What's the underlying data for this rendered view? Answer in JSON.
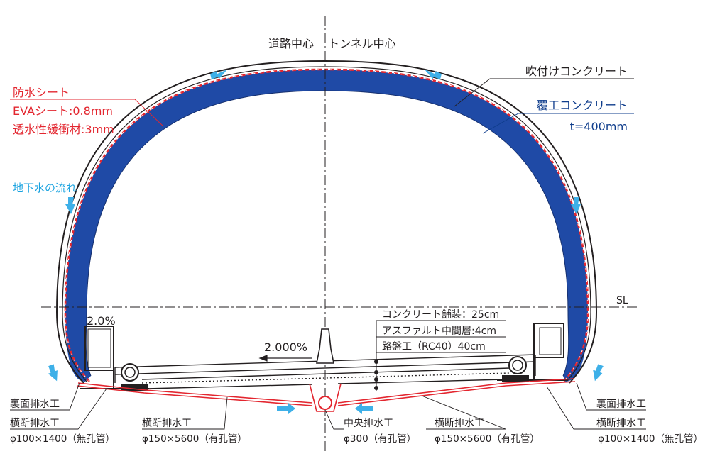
{
  "labels": {
    "road_center": "道路中心",
    "tunnel_center": "トンネル中心",
    "shotcrete": "吹付けコンクリート",
    "lining_title": "覆工コンクリート",
    "lining_thickness": "t=400mm",
    "waterproof_title": "防水シート",
    "waterproof_eva": "EVAシート:0.8mm",
    "waterproof_cushion": "透水性緩衝材:3mm",
    "groundwater": "地下水の流れ",
    "sl": "SL",
    "slope_left": "2.0%",
    "slope_road": "2.000%",
    "pave1": "コンクリート舗装：25cm",
    "pave2": "アスファルト中間層:4cm",
    "pave3": "路盤工（RC40）40cm",
    "back_drain_left": "裏面排水工",
    "back_drain_right": "裏面排水工",
    "cross_drain_left_title": "横断排水工",
    "cross_drain_left_spec": "φ100×1400（無孔管）",
    "cross_drain_mid_left_title": "横断排水工",
    "cross_drain_mid_left_spec": "φ150×5600（有孔管）",
    "center_drain_title": "中央排水工",
    "center_drain_spec": "φ300（有孔管）",
    "cross_drain_mid_right_title": "横断排水工",
    "cross_drain_mid_right_spec": "φ150×5600（有孔管）",
    "cross_drain_right_title": "横断排水工",
    "cross_drain_right_spec": "φ100×1400（無孔管）"
  },
  "colors": {
    "lining": "#1f4aa6",
    "waterproof": "#e3262f",
    "groundwater_arrow": "#3eb0e8",
    "line": "#231f20"
  }
}
